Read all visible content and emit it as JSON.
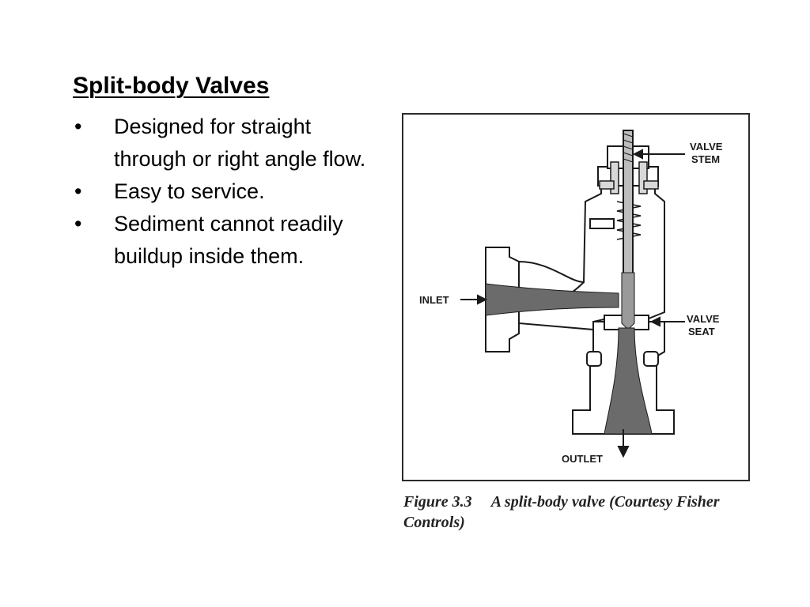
{
  "slide": {
    "title": "Split-body Valves",
    "bullets": [
      {
        "marker": "•",
        "text": "Designed for straight through or right angle flow."
      },
      {
        "marker": "•",
        "text": "Easy to service."
      },
      {
        "marker": "•",
        "text": "Sediment cannot readily buildup inside them."
      }
    ]
  },
  "figure": {
    "labels": {
      "valve_stem_line1": "VALVE",
      "valve_stem_line2": "STEM",
      "inlet": "INLET",
      "valve_seat_line1": "VALVE",
      "valve_seat_line2": "SEAT",
      "outlet": "OUTLET"
    },
    "caption_label": "Figure 3.3",
    "caption_text": "A split-body valve (Courtesy Fisher",
    "caption_line2": "Controls)"
  }
}
